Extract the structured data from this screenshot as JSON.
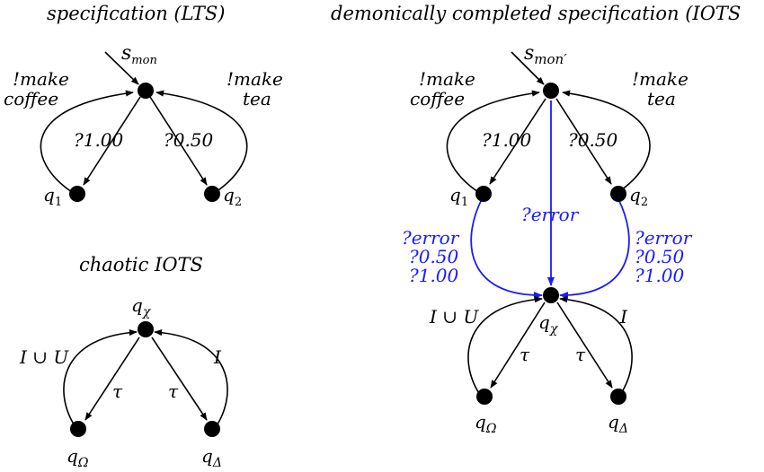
{
  "titles": {
    "spec_lts": "specification (LTS)",
    "demonic": "demonically completed specification (IOTS",
    "chaotic": "chaotic IOTS"
  },
  "spec": {
    "start_label": "s",
    "start_sub": "mon",
    "q1": "q",
    "q1_sub": "1",
    "q2": "q",
    "q2_sub": "2",
    "make_coffee_1": "!make",
    "make_coffee_2": "coffee",
    "make_tea_1": "!make",
    "make_tea_2": "tea",
    "in_100": "?1.00",
    "in_050": "?0.50"
  },
  "demonic": {
    "start_label": "s",
    "start_sub": "mon′",
    "q1": "q",
    "q1_sub": "1",
    "q2": "q",
    "q2_sub": "2",
    "make_coffee_1": "!make",
    "make_coffee_2": "coffee",
    "make_tea_1": "!make",
    "make_tea_2": "tea",
    "in_100": "?1.00",
    "in_050": "?0.50",
    "error_mid": "?error",
    "left_err_1": "?error",
    "left_err_2": "?0.50",
    "left_err_3": "?1.00",
    "right_err_1": "?error",
    "right_err_2": "?0.50",
    "right_err_3": "?1.00",
    "qchi": "q",
    "qchi_sub": "χ",
    "qomega": "q",
    "qomega_sub": "Ω",
    "qdelta": "q",
    "qdelta_sub": "Δ",
    "iu": "I ∪ U",
    "i": "I",
    "tau_l": "τ",
    "tau_r": "τ"
  },
  "chaotic": {
    "qchi": "q",
    "qchi_sub": "χ",
    "qomega": "q",
    "qomega_sub": "Ω",
    "qdelta": "q",
    "qdelta_sub": "Δ",
    "iu": "I ∪ U",
    "i": "I",
    "tau_l": "τ",
    "tau_r": "τ"
  },
  "colors": {
    "error_edge": "#1a1aff"
  }
}
